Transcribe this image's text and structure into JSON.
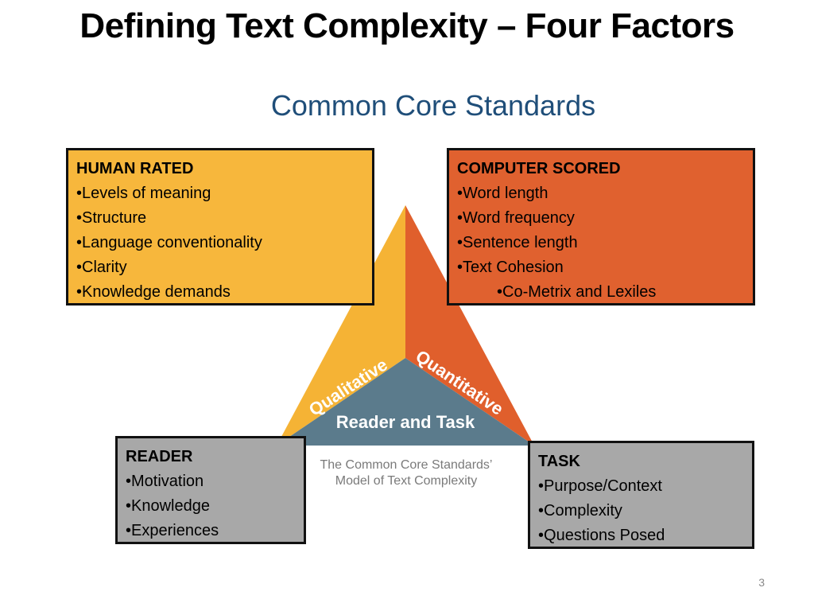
{
  "slide": {
    "title": "Defining Text Complexity – Four Factors",
    "subtitle": "Common Core Standards",
    "page_number": "3"
  },
  "boxes": {
    "human_rated": {
      "heading": "HUMAN RATED",
      "items": [
        "Levels of meaning",
        "Structure",
        "Language conventionality",
        "Clarity",
        "Knowledge demands"
      ]
    },
    "computer_scored": {
      "heading": "COMPUTER SCORED",
      "items": [
        "Word length",
        "Word frequency",
        "Sentence length",
        "Text Cohesion"
      ],
      "subitem": "Co-Metrix and Lexiles"
    },
    "reader": {
      "heading": "READER",
      "items": [
        "Motivation",
        "Knowledge",
        "Experiences"
      ]
    },
    "task": {
      "heading": "TASK",
      "items": [
        "Purpose/Context",
        "Complexity",
        "Questions Posed"
      ]
    }
  },
  "triangle": {
    "left_label": "Qualitative",
    "right_label": "Quantitative",
    "bottom_label": "Reader and Task",
    "caption_line1": "The Common Core Standards’",
    "caption_line2": "Model of Text Complexity",
    "colors": {
      "qualitative": "#f5b335",
      "quantitative": "#e05f2c",
      "reader_task": "#5b7b8c"
    }
  }
}
